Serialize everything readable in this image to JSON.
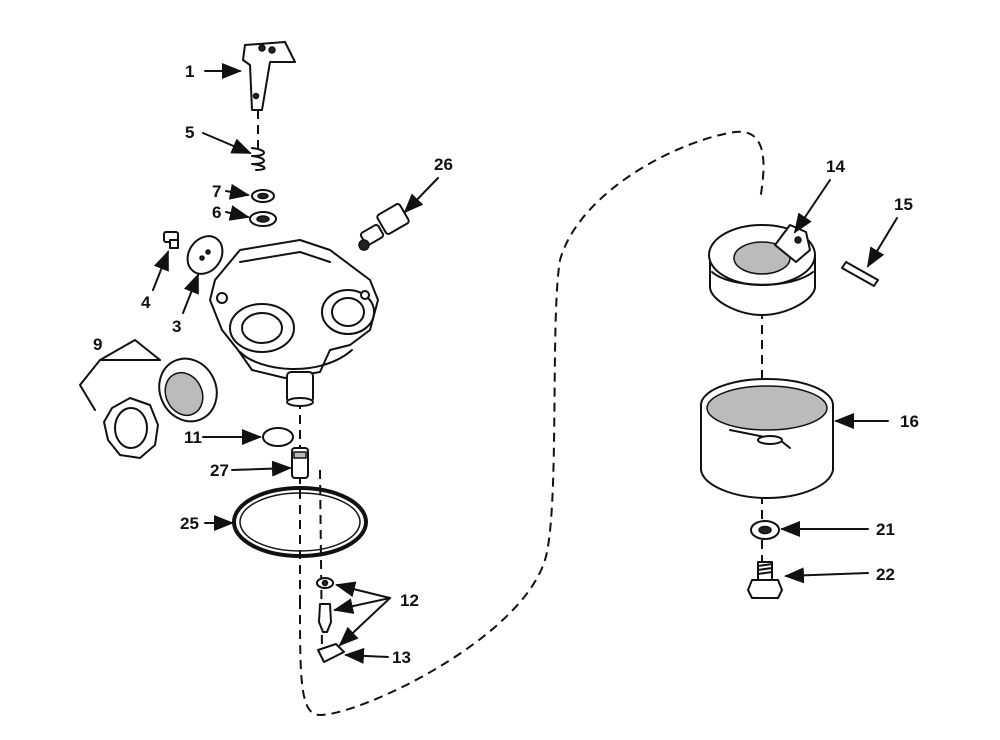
{
  "diagram": {
    "callouts": [
      {
        "id": "1",
        "text": "1"
      },
      {
        "id": "3",
        "text": "3"
      },
      {
        "id": "4",
        "text": "4"
      },
      {
        "id": "5",
        "text": "5"
      },
      {
        "id": "6",
        "text": "6"
      },
      {
        "id": "7",
        "text": "7"
      },
      {
        "id": "9",
        "text": "9"
      },
      {
        "id": "11",
        "text": "11"
      },
      {
        "id": "12",
        "text": "12"
      },
      {
        "id": "13",
        "text": "13"
      },
      {
        "id": "14",
        "text": "14"
      },
      {
        "id": "15",
        "text": "15"
      },
      {
        "id": "16",
        "text": "16"
      },
      {
        "id": "21",
        "text": "21"
      },
      {
        "id": "22",
        "text": "22"
      },
      {
        "id": "25",
        "text": "25"
      },
      {
        "id": "26",
        "text": "26"
      },
      {
        "id": "27",
        "text": "27"
      }
    ],
    "colors": {
      "ink": "#111111",
      "paper": "#ffffff"
    }
  }
}
